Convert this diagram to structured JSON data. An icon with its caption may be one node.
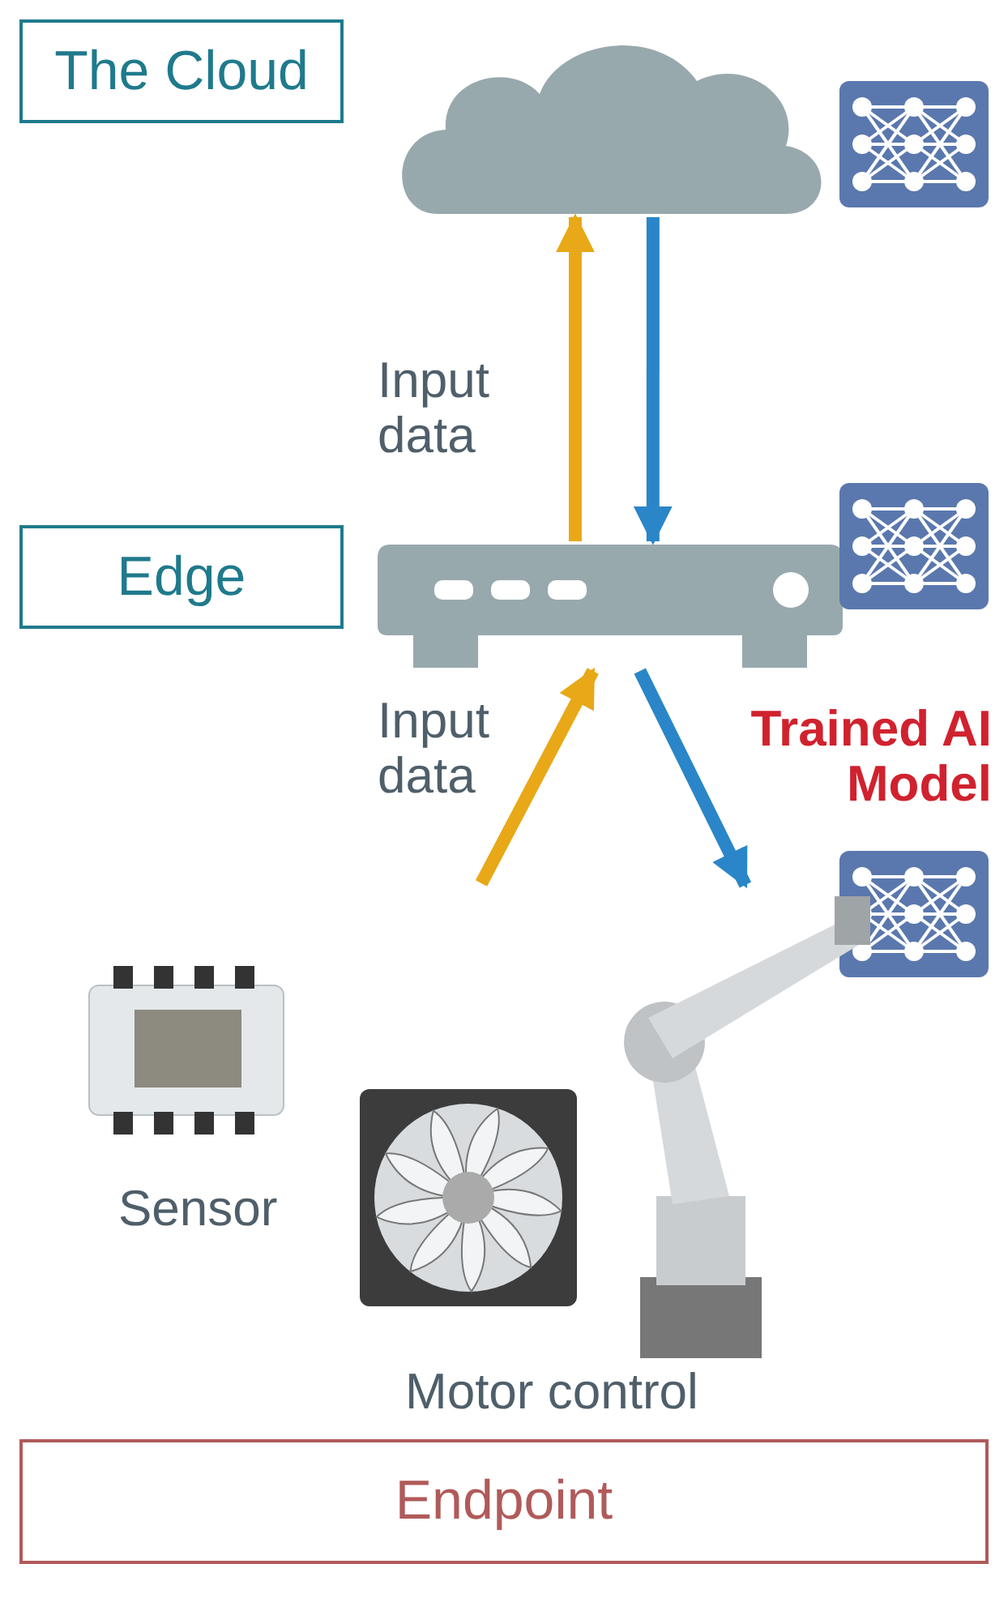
{
  "diagram": {
    "nodes": [
      {
        "text": [
          "The Cloud"
        ]
      },
      {
        "text": [
          "Edge"
        ]
      },
      {
        "text": [
          "Endpoint"
        ]
      },
      {
        "text": [],
        "shape": "cloud"
      },
      {
        "text": [],
        "shape": "picture"
      },
      {
        "text": [],
        "shape": "picture"
      },
      {
        "text": [],
        "shape": "picture"
      },
      {
        "text": [],
        "shape": "picture"
      },
      {
        "text": [],
        "shape": "picture",
        "beside": [
          "Sensor"
        ]
      },
      {
        "text": [],
        "shape": "picture"
      },
      {
        "text": [],
        "shape": "picture"
      }
    ],
    "edges": [
      {
        "from": 5,
        "to": 3,
        "arrow": "to",
        "color": "#e8a817"
      },
      {
        "from": 3,
        "to": 5,
        "arrow": "to",
        "color": "#2a86c8"
      },
      {
        "from": null,
        "to": 5,
        "arrow": "to",
        "color": "#e8a817"
      },
      {
        "from": 5,
        "to": 10,
        "arrow": "to",
        "color": "#2a86c8"
      }
    ],
    "labels": [
      "Input data",
      "Input data",
      "Trained AI Model",
      "Motor control"
    ]
  }
}
